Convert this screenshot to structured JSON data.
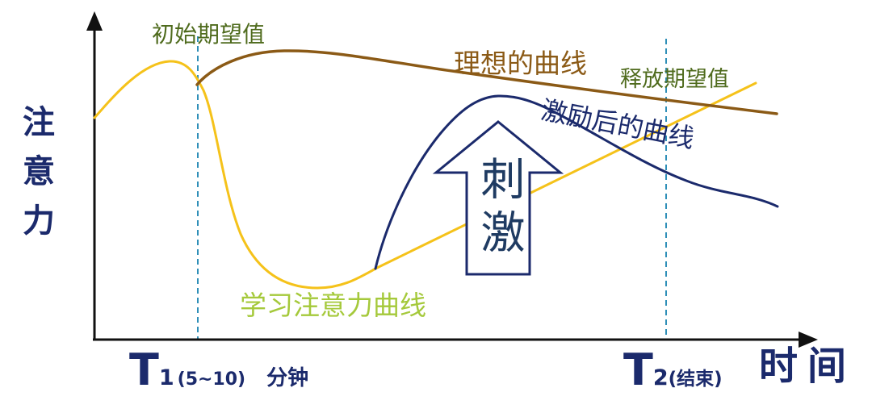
{
  "axes": {
    "y_label": "注意力",
    "x_label": "时间"
  },
  "time_marks": {
    "t1": {
      "letter": "T",
      "index": "1",
      "range": "(5~10)",
      "unit": "分钟"
    },
    "t2": {
      "letter": "T",
      "index": "2",
      "note": "(结束)"
    }
  },
  "annotations": {
    "initial_expectation": "初始期望值",
    "release_expectation": "释放期望值"
  },
  "curves": {
    "ideal": {
      "label": "理想的曲线",
      "color": "#8b5a16"
    },
    "stimulated": {
      "label": "激励后的曲线",
      "color": "#1b2a6c"
    },
    "learning": {
      "label": "学习注意力曲线",
      "color": "#f5c21a",
      "label_color": "#a5c93b"
    }
  },
  "stimulus": {
    "label": "刺激",
    "color": "#1b2a6c",
    "label_color": "#1f3b62"
  },
  "colors": {
    "axis": "#111111",
    "guide": "#2f8fb8",
    "annotation": "#4f6b1d",
    "axis_label": "#1b2a6c"
  }
}
